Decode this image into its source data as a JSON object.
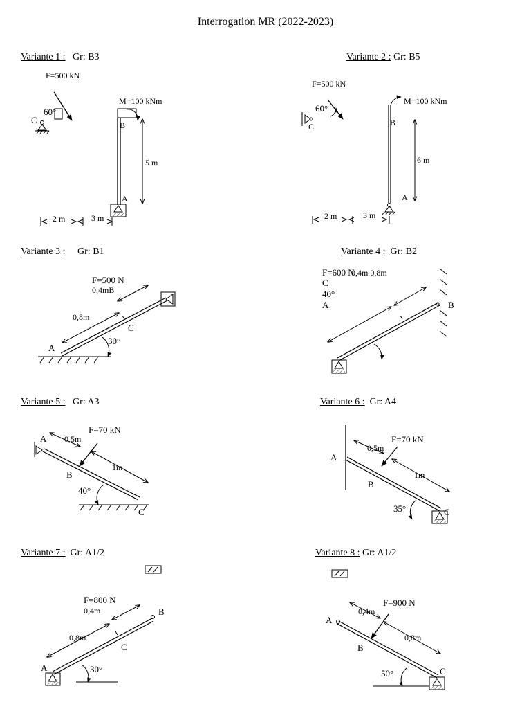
{
  "title": "Interrogation  MR (2022-2023)",
  "variants": [
    {
      "label": "Variante 1 :",
      "group": "Gr: B3",
      "texts": {
        "force": "F=500 kN",
        "angle": "60°",
        "c": "C",
        "moment": "M=100 kNm",
        "b": "B",
        "height": "5 m",
        "a": "A",
        "dim1": "2 m",
        "dim2": "3 m"
      }
    },
    {
      "label": "Variante 2 :",
      "group": "Gr: B5",
      "texts": {
        "force": "F=500 kN",
        "angle": "60°",
        "c": "C",
        "moment": "M=100 kNm",
        "b": "B",
        "height": "6 m",
        "a": "A",
        "dim1": "2 m",
        "dim2": "3 m"
      }
    },
    {
      "label": "Variante 3 :",
      "group": "Gr: B1",
      "texts": {
        "force": "F=500 N",
        "d1": "0,4mB",
        "d2": "0,8m",
        "c": "C",
        "a": "A",
        "angle": "30°"
      }
    },
    {
      "label": "Variante 4 :",
      "group": "Gr: B2",
      "texts": {
        "force": "F=600 N",
        "dims": "0,4m 0,8m",
        "c": "C",
        "angle": "40°",
        "a": "A",
        "b": "B"
      }
    },
    {
      "label": "Variante 5 :",
      "group": "Gr: A3",
      "texts": {
        "a": "A",
        "d1": "0,5m",
        "force": "F=70 kN",
        "d2": "1m",
        "b": "B",
        "angle": "40°",
        "c": "C"
      }
    },
    {
      "label": "Variante 6 :",
      "group": "Gr: A4",
      "texts": {
        "force": "F=70 kN",
        "d1": "0,5m",
        "a": "A",
        "d2": "1m",
        "b": "B",
        "angle": "35°",
        "c": "C"
      }
    },
    {
      "label": "Variante 7 :",
      "group": "Gr: A1/2",
      "texts": {
        "force": "F=800 N",
        "d1": "0,4m",
        "b": "B",
        "d2": "0,8m",
        "c": "C",
        "a": "A",
        "angle": "30°"
      }
    },
    {
      "label": "Variante 8 :",
      "group": "Gr: A1/2",
      "texts": {
        "force": "F=900 N",
        "a": "A",
        "d1": "0,4m",
        "b": "B",
        "d2": "0,8m",
        "angle": "50°",
        "c": "C"
      }
    }
  ]
}
